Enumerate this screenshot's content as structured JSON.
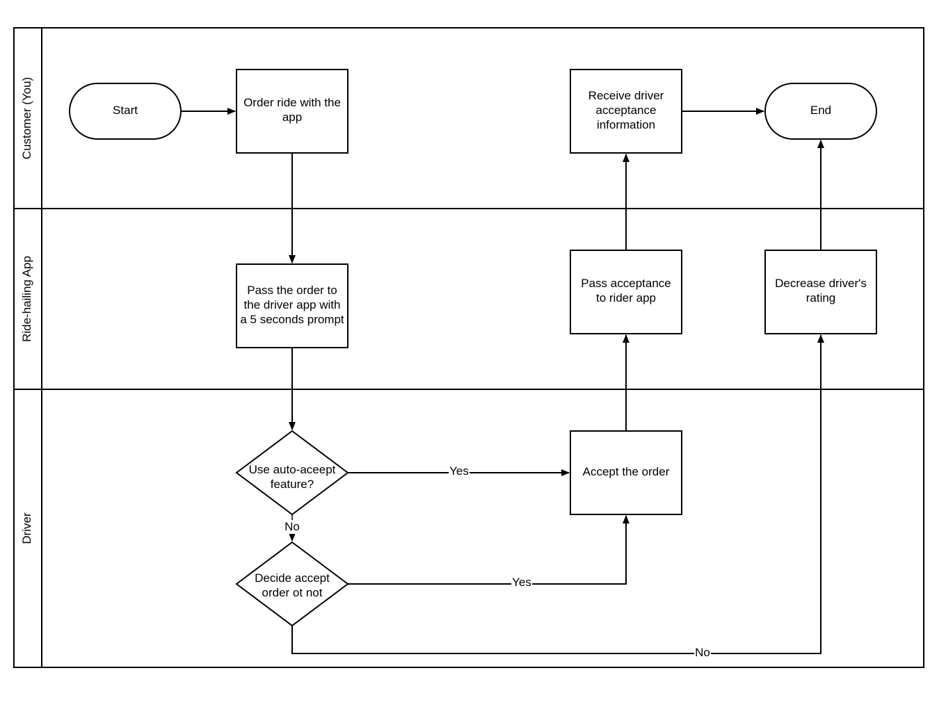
{
  "lanes": {
    "customer": "Customer (You)",
    "app": "Ride-hailing App",
    "driver": "Driver"
  },
  "nodes": {
    "start": "Start",
    "order_ride": "Order ride with the app",
    "receive_acceptance": "Receive driver acceptance information",
    "end": "End",
    "pass_order": "Pass the order to the driver app with a 5 seconds prompt",
    "pass_acceptance": "Pass acceptance to rider app",
    "decrease_rating": "Decrease driver's rating",
    "auto_accept": "Use auto-aceept feature?",
    "accept_order": "Accept the order",
    "decide_accept": "Decide accept order ot not"
  },
  "edges": {
    "auto_yes": "Yes",
    "auto_no": "No",
    "decide_yes": "Yes",
    "decide_no": "No"
  }
}
